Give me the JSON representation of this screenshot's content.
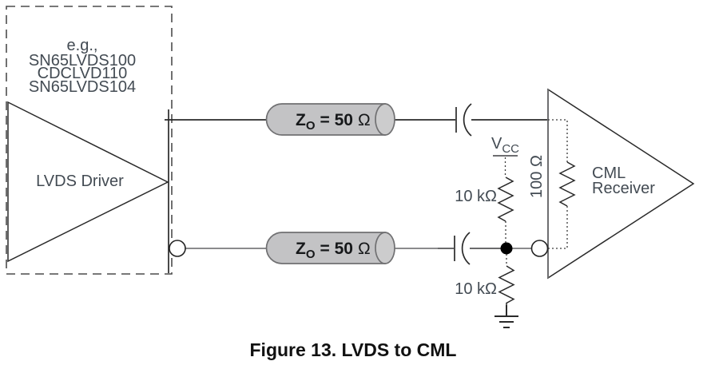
{
  "figure_caption": "Figure 13. LVDS to CML",
  "driver": {
    "examples": [
      "e.g.,",
      "SN65LVDS100",
      "CDCLVD110",
      "SN65LVDS104"
    ],
    "label": "LVDS Driver"
  },
  "transmission_line": {
    "z": "Z",
    "sub": "O",
    "eq": "= 50",
    "ohm": "Ω"
  },
  "bias": {
    "vcc_v": "V",
    "vcc_sub": "CC",
    "pullup_label": "10 kΩ",
    "pulldown_label": "10 kΩ"
  },
  "receiver": {
    "termination_label": "100 Ω",
    "label_line1": "CML",
    "label_line2": "Receiver"
  },
  "colors": {
    "cylinder_fill": "#c3c3c5",
    "cylinder_cap_fill": "#cccccd",
    "cylinder_stroke": "#707072",
    "wire_dark": "#2a2a2a",
    "wire_gray": "#8b8b8d",
    "label_text": "#434b53",
    "caption_text": "#111111"
  }
}
